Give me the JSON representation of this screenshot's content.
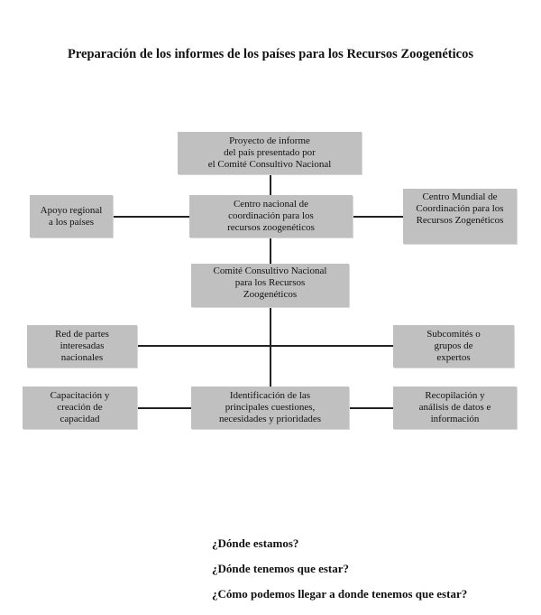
{
  "title": "Preparación de los informes de los países para los Recursos Zoogenéticos",
  "boxes": {
    "proyecto": "Proyecto de informe\ndel país presentado por\nel Comité Consultivo Nacional",
    "apoyo": "Apoyo regional\na los países",
    "centro_nacional": "Centro nacional de\ncoordinación para los\nrecursos zoogenéticos",
    "centro_mundial": "Centro Mundial de\nCoordinación para los\nRecursos Zogenéticos",
    "comite": "Comité Consultivo Nacional\npara los Recursos\nZoogenéticos",
    "red": "Red de partes\ninteresadas\nnacionales",
    "subcomites": "Subcomités o\ngrupos de\nexpertos",
    "capacitacion": "Capacitación y\ncreación de\ncapacidad",
    "identificacion": "Identificación de las\nprincipales cuestiones,\nnecesidades y prioridades",
    "recopilacion": "Recopilación y\nanálisis de datos e\ninformación"
  },
  "questions": [
    "¿Dónde estamos?",
    "¿Dónde tenemos que estar?",
    "¿Cómo podemos llegar a donde tenemos que estar?"
  ]
}
